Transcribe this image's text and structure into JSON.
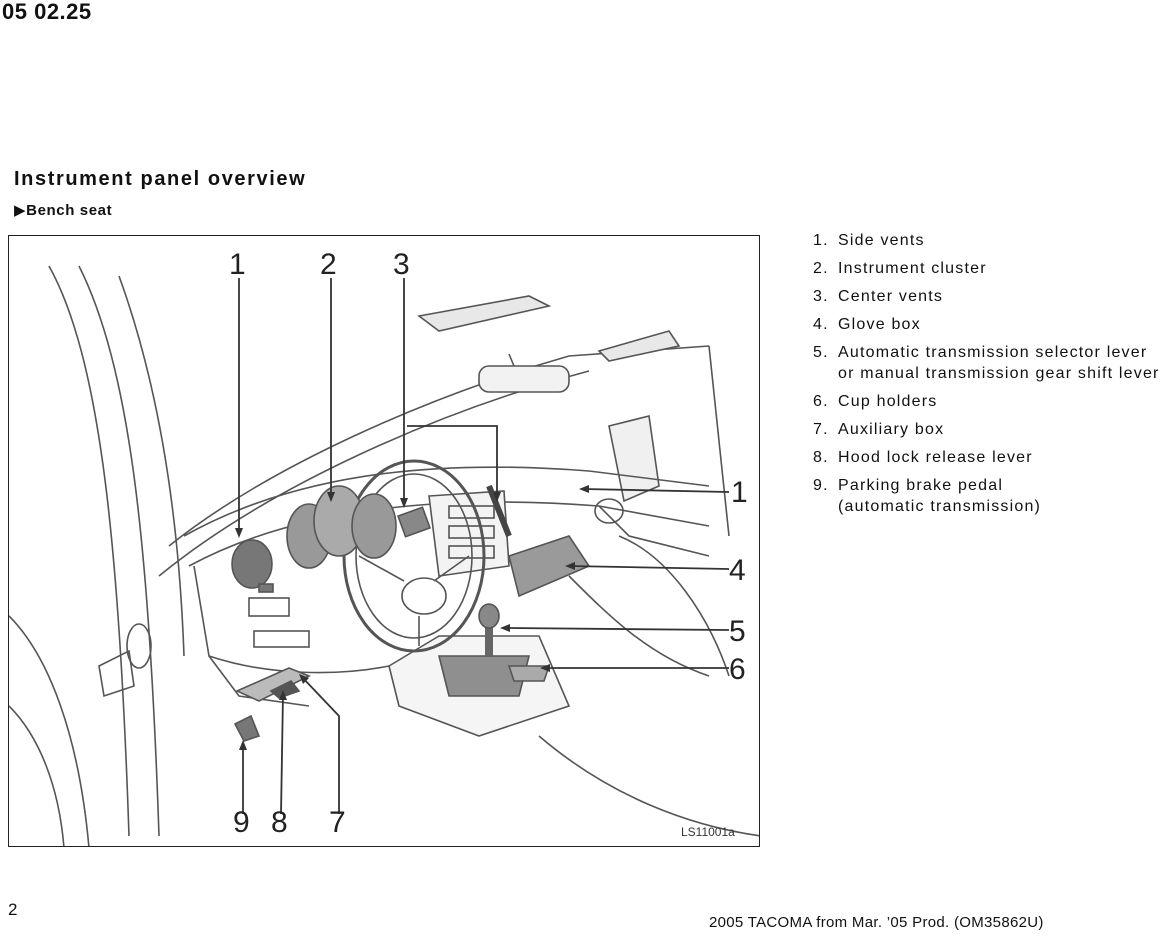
{
  "header": {
    "code": "05 02.25"
  },
  "section": {
    "title": "Instrument panel overview",
    "subtitle_arrow": "▶",
    "subtitle": "Bench seat"
  },
  "figure": {
    "image_code": "LS11001a",
    "callouts": {
      "c1": "1",
      "c2": "2",
      "c3": "3",
      "c1r": "1",
      "c4": "4",
      "c5": "5",
      "c6": "6",
      "c7": "7",
      "c8": "8",
      "c9": "9"
    }
  },
  "legend": {
    "items": [
      {
        "num": "1.",
        "text": "Side  vents",
        "text2": ""
      },
      {
        "num": "2.",
        "text": "Instrument  cluster",
        "text2": ""
      },
      {
        "num": "3.",
        "text": "Center  vents",
        "text2": ""
      },
      {
        "num": "4.",
        "text": "Glove  box",
        "text2": ""
      },
      {
        "num": "5.",
        "text": "Automatic  transmission  selector  lever",
        "text2": "or  manual  transmission  gear  shift  lever"
      },
      {
        "num": "6.",
        "text": "Cup  holders",
        "text2": ""
      },
      {
        "num": "7.",
        "text": "Auxiliary  box",
        "text2": ""
      },
      {
        "num": "8.",
        "text": "Hood  lock  release  lever",
        "text2": ""
      },
      {
        "num": "9.",
        "text": "Parking brake pedal",
        "text2": "(automatic  transmission)"
      }
    ]
  },
  "footer": {
    "page_number": "2",
    "doc_info": "2005 TACOMA from Mar. ’05 Prod. (OM35862U)"
  }
}
